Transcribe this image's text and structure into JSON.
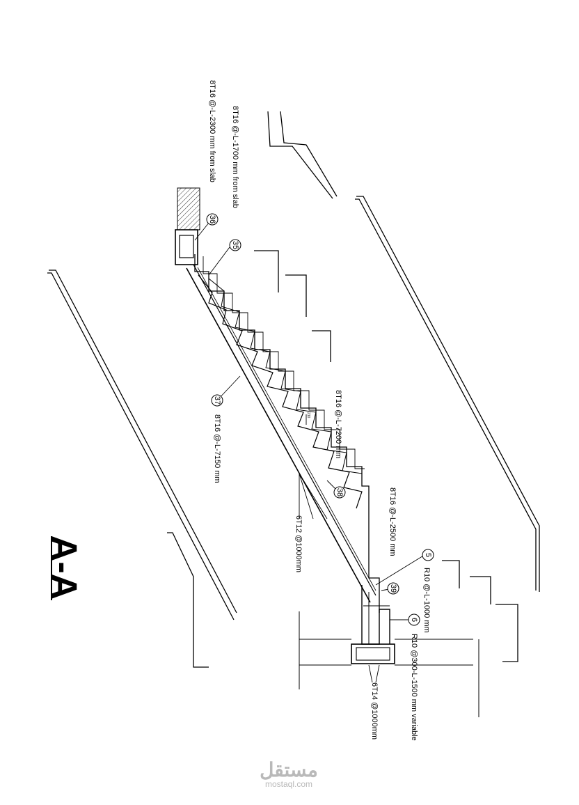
{
  "section_title": "A-A",
  "rebar_labels": {
    "t35": "8T16 @-L-1700 mm from slab",
    "t36": "8T16 @-L-2300 mm from slab",
    "t37": "8T16 @-L-7150 mm",
    "t38": "8T16 @-L-7200 mm",
    "t39": "8T16 @-L-2500 mm",
    "t5": "R10 @-L-1000 mm",
    "t6": "R10 @300-L-1500 mm variable",
    "t7": "6T12 @1000mm",
    "t8": "6T14 @1000mm"
  },
  "callouts": [
    "35",
    "36",
    "37",
    "38",
    "39",
    "5",
    "6"
  ],
  "dims": [
    "210"
  ],
  "watermark": {
    "arabic": "مستقل",
    "latin": "mostaql.com"
  }
}
